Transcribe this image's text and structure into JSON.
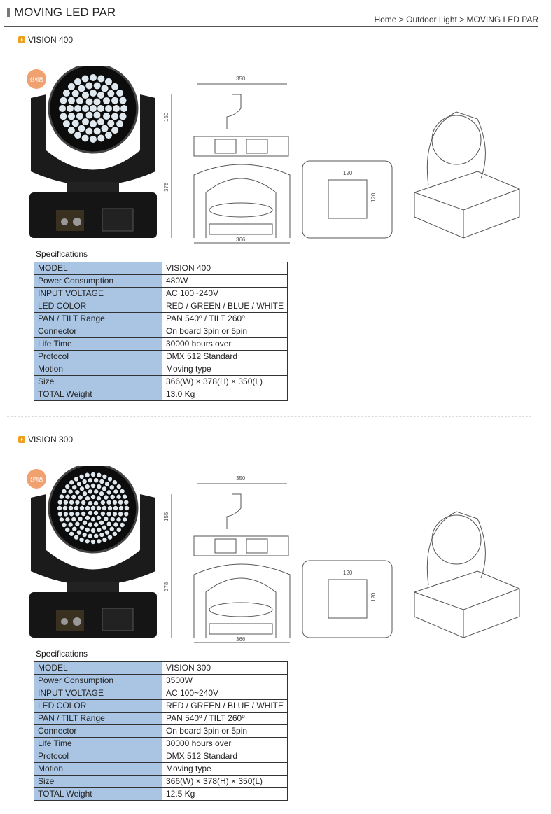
{
  "header": {
    "title": "MOVING LED PAR",
    "breadcrumb": "Home > Outdoor Light > MOVING LED PAR"
  },
  "badge_text": "신제품",
  "specs_label": "Specifications",
  "products": [
    {
      "name": "VISION 400",
      "dims": {
        "width": "350",
        "hook": "150",
        "height": "378",
        "base": "366",
        "plate_w": "120",
        "plate_h": "120"
      },
      "specs": [
        [
          "MODEL",
          "VISION 400"
        ],
        [
          "Power Consumption",
          " 480W"
        ],
        [
          "INPUT VOLTAGE",
          "AC 100~240V"
        ],
        [
          "LED COLOR",
          "RED / GREEN / BLUE / WHITE"
        ],
        [
          "PAN / TILT Range",
          "PAN 540º / TILT 260º"
        ],
        [
          "Connector",
          "On board 3pin or 5pin"
        ],
        [
          "Life Time",
          "30000 hours over"
        ],
        [
          "Protocol",
          "DMX 512 Standard"
        ],
        [
          "Motion",
          "Moving type"
        ],
        [
          "Size",
          "366(W) × 378(H) × 350(L)"
        ],
        [
          "TOTAL Weight",
          "13.0 Kg"
        ]
      ]
    },
    {
      "name": "VISION 300",
      "dims": {
        "width": "350",
        "hook": "155",
        "height": "378",
        "base": "366",
        "plate_w": "120",
        "plate_h": "120"
      },
      "specs": [
        [
          "MODEL",
          "VISION 300"
        ],
        [
          "Power Consumption",
          " 3500W"
        ],
        [
          "INPUT VOLTAGE",
          "AC 100~240V"
        ],
        [
          "LED COLOR",
          "RED / GREEN / BLUE / WHITE"
        ],
        [
          "PAN / TILT Range",
          "PAN 540º / TILT 260º"
        ],
        [
          "Connector",
          "On board 3pin or 5pin"
        ],
        [
          "Life Time",
          "30000 hours over"
        ],
        [
          "Protocol",
          "DMX 512 Standard"
        ],
        [
          "Motion",
          "Moving type"
        ],
        [
          "Size",
          "366(W) × 378(H) × 350(L)"
        ],
        [
          "TOTAL Weight",
          "12.5 Kg"
        ]
      ]
    }
  ]
}
